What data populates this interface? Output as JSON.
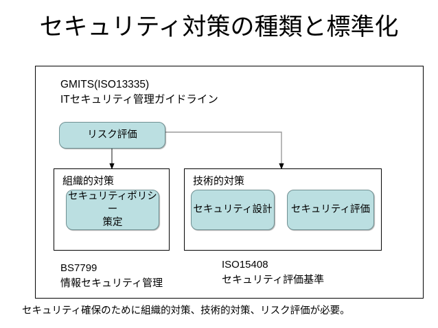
{
  "slide": {
    "title": "セキュリティ対策の種類と標準化",
    "background_color": "#ffffff",
    "text_color": "#000000",
    "accent_fill": "#bbdfe1",
    "accent_border": "#6f8f91"
  },
  "frame": {
    "header": {
      "line1": "GMITS(ISO13335)",
      "line2": "ITセキュリティ管理ガイドライン",
      "combined": "GMITS(ISO13335)\nITセキュリティ管理ガイドライン"
    },
    "risk_box": {
      "label": "リスク評価"
    },
    "organizational": {
      "title": "組織的対策",
      "items": [
        {
          "label": "セキュリティポリシー\n策定"
        }
      ]
    },
    "technical": {
      "title": "技術的対策",
      "items": [
        {
          "label": "セキュリティ設計"
        },
        {
          "label": "セキュリティ評価"
        }
      ]
    },
    "standards": [
      {
        "code": "BS7799",
        "name": "情報セキュリティ管理",
        "combined": "BS7799\n情報セキュリティ管理"
      },
      {
        "code": "ISO15408",
        "name": "セキュリティ評価基準",
        "combined": "ISO15408\nセキュリティ評価基準"
      }
    ]
  },
  "caption": {
    "text": "セキュリティ確保のために組織的対策、技術的対策、リスク評価が必要。"
  }
}
